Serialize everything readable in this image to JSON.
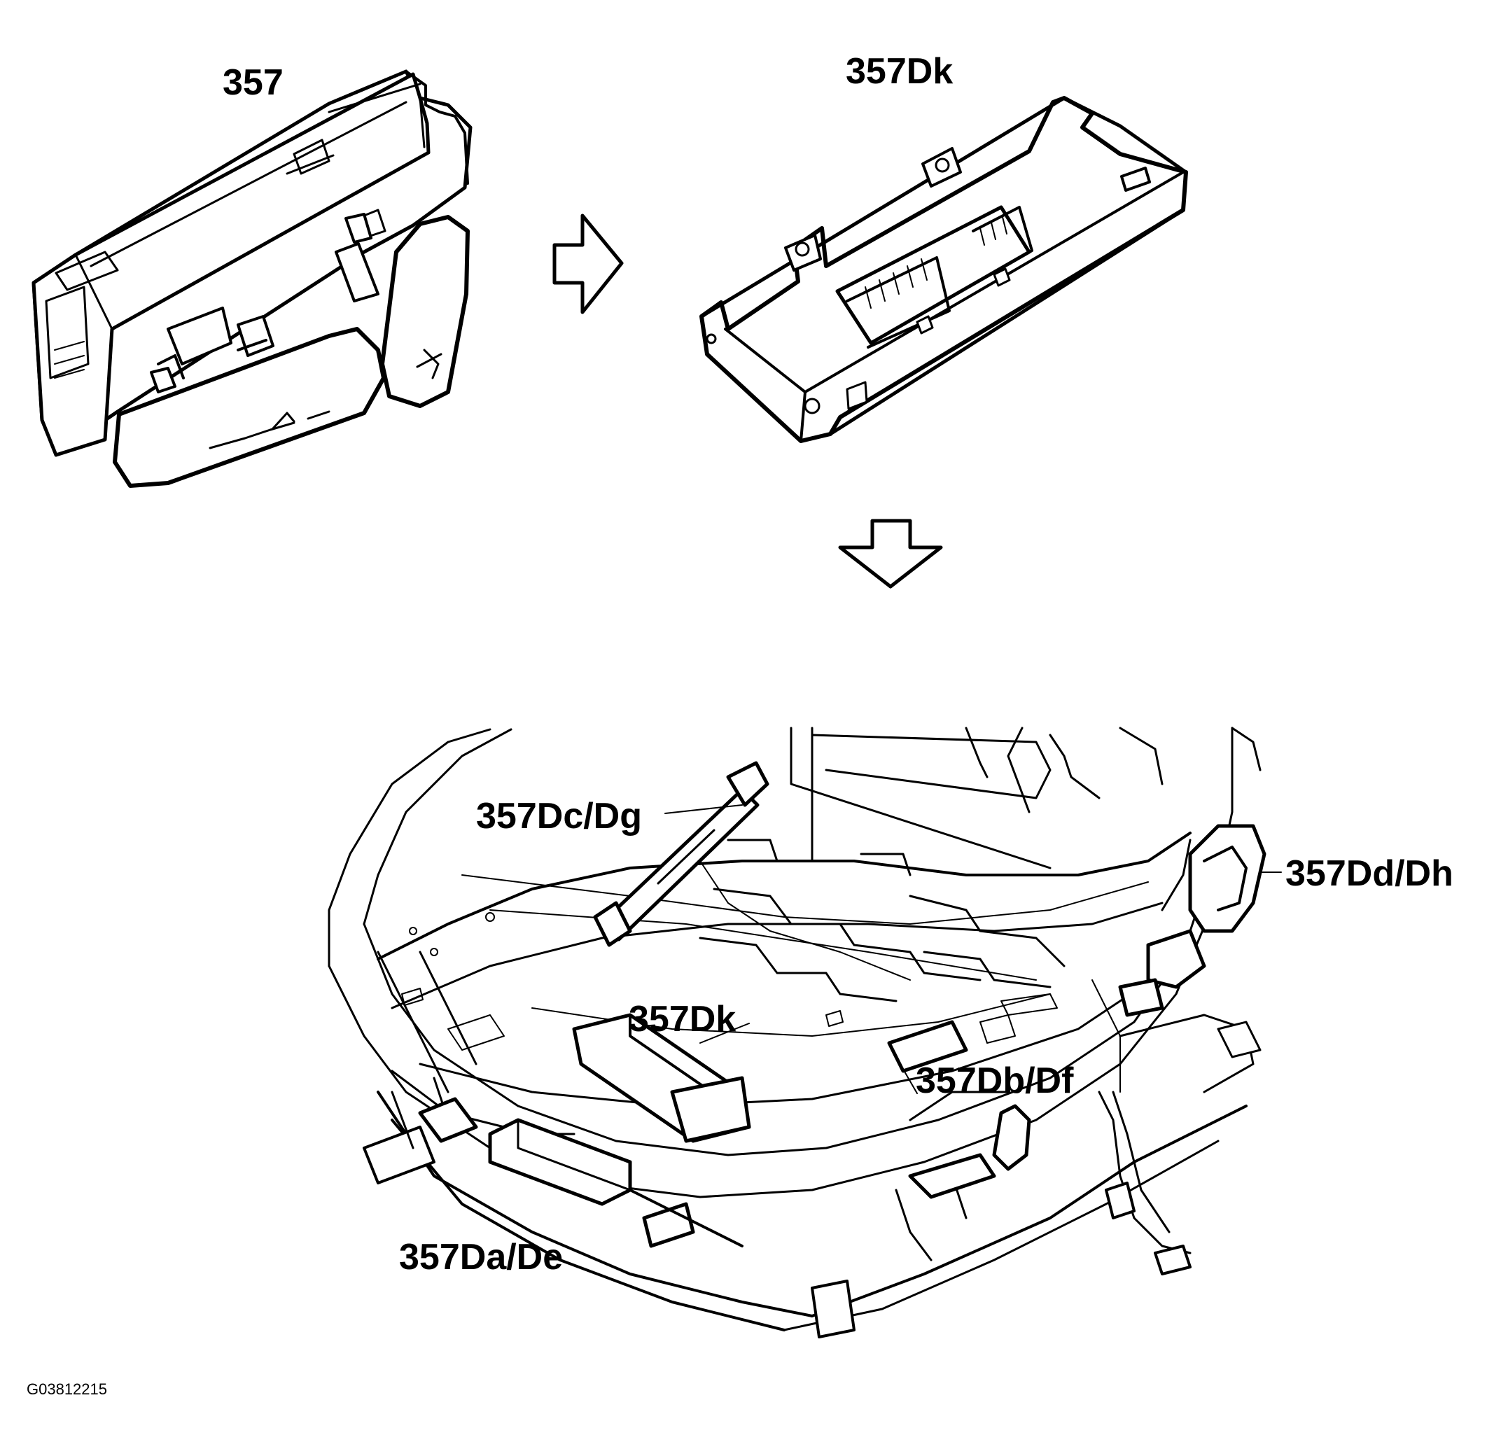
{
  "labels": {
    "switch_unit": "357",
    "control_module_top": "357Dk",
    "motor_backrest_tilt": "357Dc/Dg",
    "motor_lumbar": "357Dd/Dh",
    "control_module_seat": "357Dk",
    "motor_height_front": "357Db/Df",
    "motor_length": "357Da/De"
  },
  "figure_code": "G03812215",
  "colors": {
    "line": "#000000",
    "background": "#ffffff"
  }
}
